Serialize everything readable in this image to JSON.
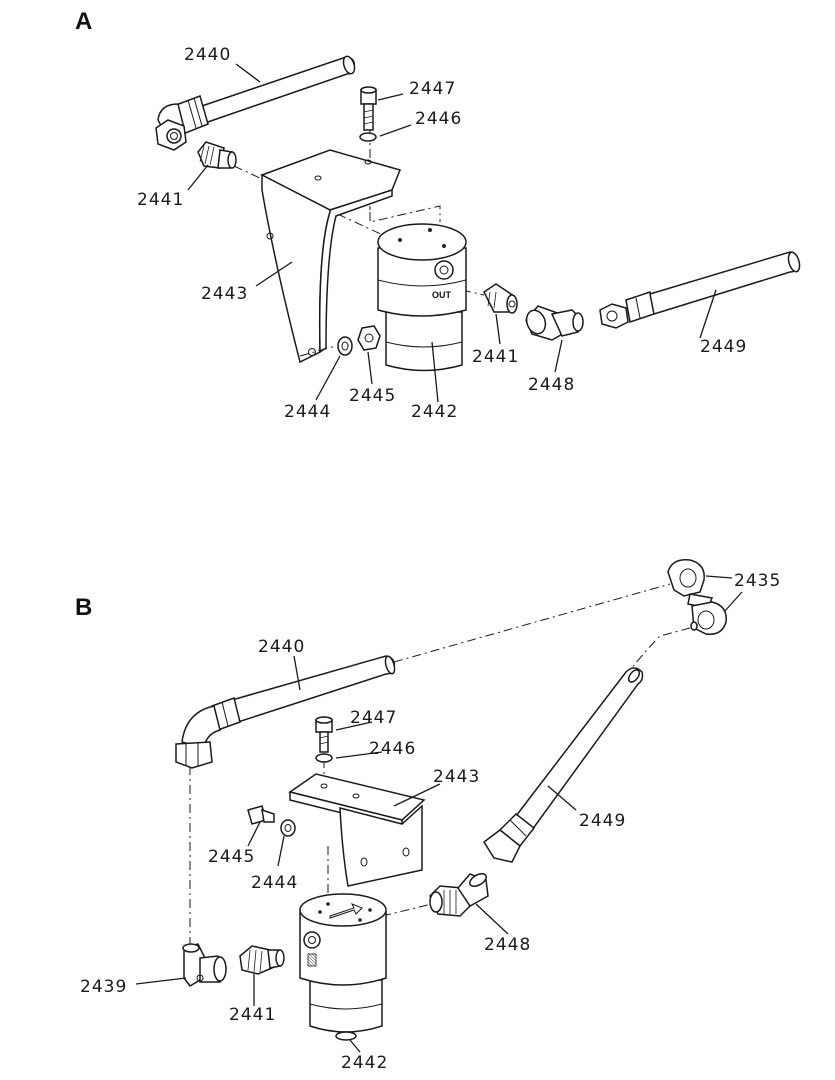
{
  "sections": {
    "a": "A",
    "b": "B"
  },
  "filter_stamp": "OUT",
  "callouts_a": {
    "p2440": "2440",
    "p2447": "2447",
    "p2446": "2446",
    "p2441_left": "2441",
    "p2443": "2443",
    "p2441_right": "2441",
    "p2449": "2449",
    "p2448": "2448",
    "p2444": "2444",
    "p2445": "2445",
    "p2442": "2442"
  },
  "callouts_b": {
    "p2435": "2435",
    "p2440": "2440",
    "p2447": "2447",
    "p2446": "2446",
    "p2443": "2443",
    "p2449": "2449",
    "p2445": "2445",
    "p2444": "2444",
    "p2448": "2448",
    "p2439": "2439",
    "p2441": "2441",
    "p2442": "2442"
  }
}
